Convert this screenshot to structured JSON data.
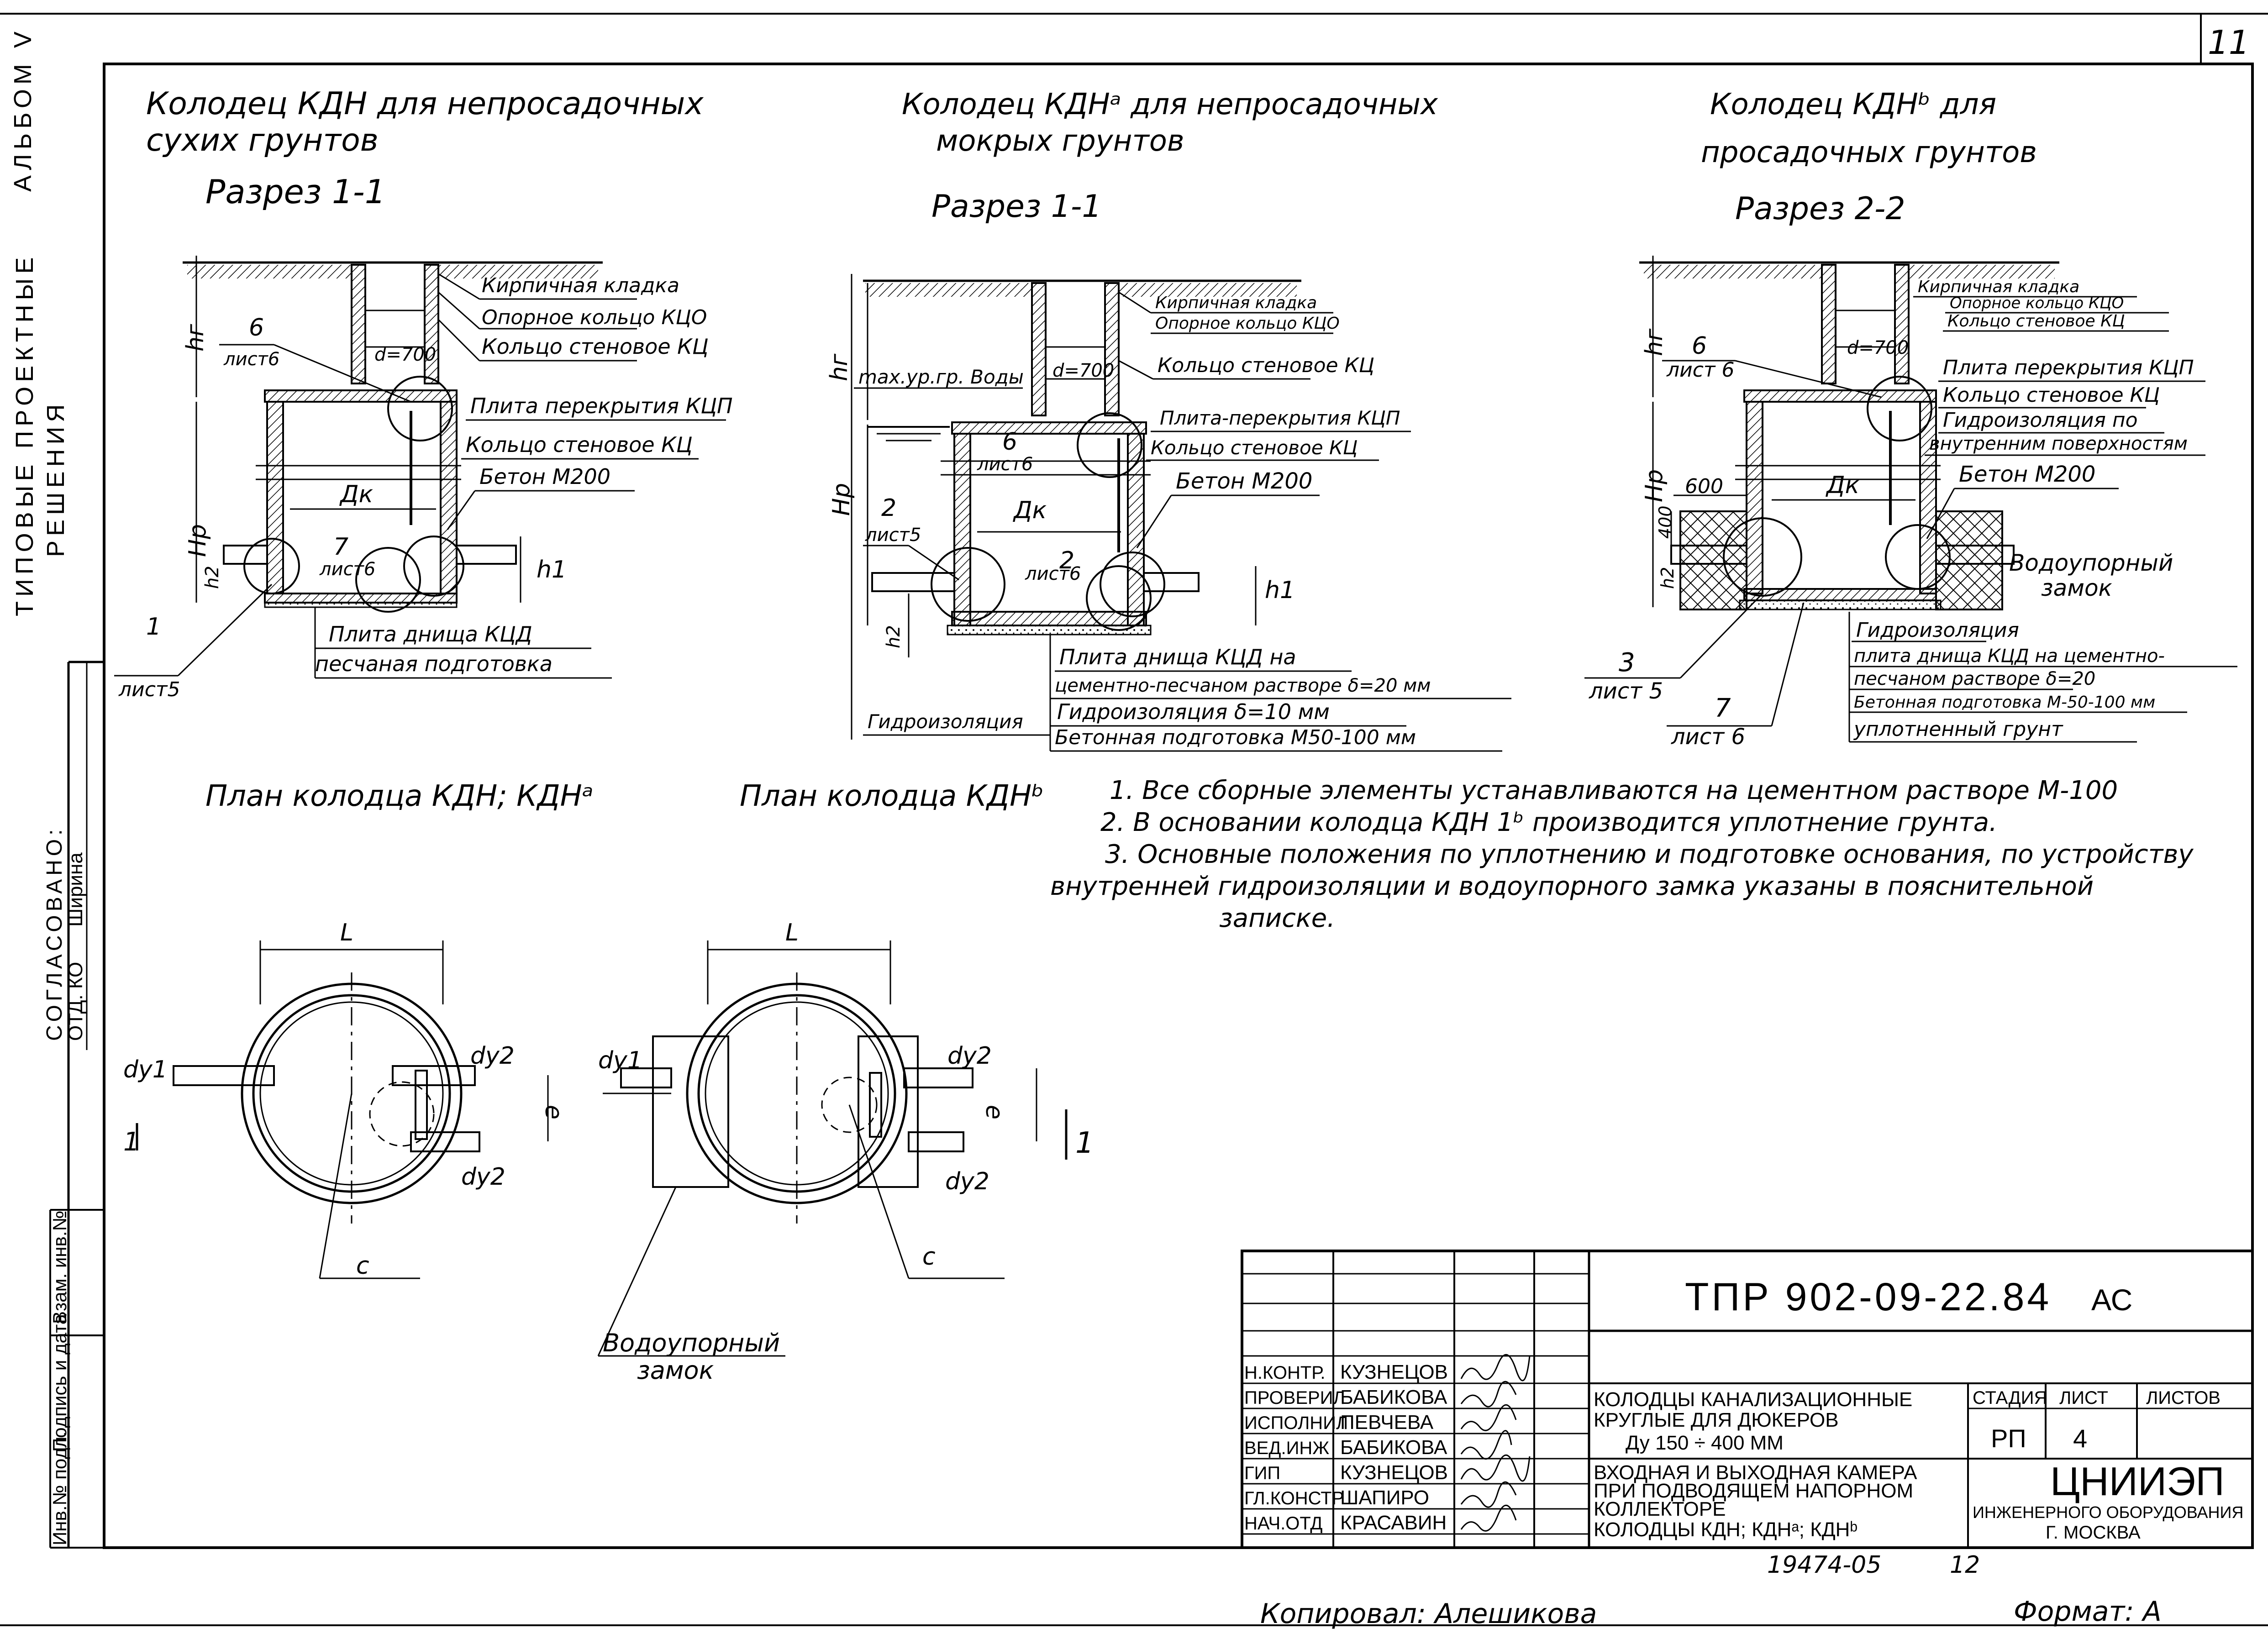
{
  "page_number": "11",
  "side_stamp": {
    "album": "АЛЬБОМ V",
    "series": "ТИПОВЫЕ ПРОЕКТНЫЕ",
    "series2": "РЕШЕНИЯ",
    "agreed": "СОГЛАСОВАНО:",
    "dept": "ОТД. КО",
    "person": "Ширина",
    "inv_sub": "Инв.№ подл.",
    "sign_date": "Подпись и дата",
    "inv_rep": "Взам. инв.№"
  },
  "sections": {
    "s1": {
      "title1": "Колодец КДН для непросадочных",
      "title2": "сухих грунтов",
      "cut": "Разрез 1-1"
    },
    "s2": {
      "title1": "Колодец КДНᵃ для непросадочных",
      "title2": "мокрых грунтов",
      "cut": "Разрез 1-1"
    },
    "s3": {
      "title1": "Колодец КДНᵇ для",
      "title2": "просадочных грунтов",
      "cut": "Разрез 2-2"
    }
  },
  "labels1": {
    "brick": "Кирпичная кладка",
    "support_ring": "Опорное кольцо КЦО",
    "wall_ring": "Кольцо стеновое КЦ",
    "slab": "Плита перекрытия КЦП",
    "wall_ring2": "Кольцо стеновое КЦ",
    "concrete": "Бетон М200",
    "bottom_slab": "Плита днища КЦД",
    "sand": "песчаная подготовка",
    "call6": "6",
    "call6s": "лист6",
    "call7": "7",
    "call7s": "лист6",
    "call1": "1",
    "call1s": "лист5",
    "d": "d=700",
    "dk": "Дк",
    "hr": "hг",
    "hp": "Нр",
    "h1": "h1",
    "h2": "h2"
  },
  "labels2": {
    "brick": "Кирпичная кладка",
    "support_ring": "Опорное кольцо КЦО",
    "wall_ring": "Кольцо стеновое КЦ",
    "gw": "max.ур.гр. Воды",
    "slab": "Плита-перекрытия КЦП",
    "wall_ring2": "Кольцо стеновое КЦ",
    "concrete": "Бетон М200",
    "bottom1": "Плита днища КЦД на",
    "bottom2": "цементно-песчаном растворе δ=20 мм",
    "hydro": "Гидроизоляция δ=10 мм",
    "concrete_prep": "Бетонная подготовка М50-100 мм",
    "hydro_left": "Гидроизоляция",
    "call6": "6",
    "call6s": "лист6",
    "call2": "2",
    "call2s": "лист5",
    "call2b": "2",
    "call2bs": "лист6",
    "d": "d=700",
    "dk": "Дк",
    "hr": "hг",
    "hp": "Нр",
    "h1": "h1",
    "h2": "h2"
  },
  "labels3": {
    "brick": "Кирпичная кладка",
    "support_ring": "Опорное кольцо КЦО",
    "wall_ring": "Кольцо стеновое КЦ",
    "slab": "Плита перекрытия КЦП",
    "wall_ring2": "Кольцо стеновое КЦ",
    "hydro1": "Гидроизоляция по",
    "hydro2": "внутренним поверхностям",
    "concrete": "Бетон М200",
    "lock1": "Водоупорный",
    "lock2": "замок",
    "hydro": "Гидроизоляция",
    "bottom1": "плита днища КЦД на цементно-",
    "bottom2": "песчаном растворе δ=20",
    "prep": "Бетонная подготовка М-50-100 мм",
    "soil": "уплотненный грунт",
    "call6": "6",
    "call6s": "лист 6",
    "call3": "3",
    "call3s": "лист 5",
    "call7": "7",
    "call7s": "лист 6",
    "dim600": "600",
    "dim400": "400",
    "d": "d=700",
    "dk": "Дк",
    "hr": "hг",
    "hp": "Нр",
    "h2": "h2"
  },
  "plans": {
    "p1_title": "План колодца КДН; КДНᵃ",
    "p2_title": "План колодца КДНᵇ",
    "L": "L",
    "dy1": "dy1",
    "dy2": "dy2",
    "e": "e",
    "c": "c",
    "sec1": "1",
    "lock1": "Водоупорный",
    "lock2": "замок"
  },
  "notes": [
    "1. Все сборные элементы устанавливаются на цементном растворе М-100",
    "2. В основании колодца КДН 1ᵇ производится уплотнение грунта.",
    "3. Основные положения по уплотнению и подготовке основания, по устройству",
    "внутренней гидроизоляции и водоупорного замка указаны в пояснительной",
    "записке."
  ],
  "title_block": {
    "code": "ТПР 902-09-22.84",
    "mark": "АС",
    "roles": [
      "Н.КОНТР.",
      "ПРОВЕРИЛ",
      "ИСПОЛНИЛ",
      "ВЕД.ИНЖ",
      "ГИП",
      "ГЛ.КОНСТР",
      "НАЧ.ОТД"
    ],
    "names": [
      "КУЗНЕЦОВ",
      "БАБИКОВА",
      "ПЕВЧЕВА",
      "БАБИКОВА",
      "КУЗНЕЦОВ",
      "ШАПИРО",
      "КРАСАВИН"
    ],
    "title1": "КОЛОДЦЫ КАНАЛИЗАЦИОННЫЕ",
    "title2": "КРУГЛЫЕ ДЛЯ ДЮКЕРОВ",
    "title3": "Ду 150 ÷ 400 ММ",
    "sub1": "ВХОДНАЯ И ВЫХОДНАЯ КАМЕРА",
    "sub2": "ПРИ ПОДВОДЯЩЕМ НАПОРНОМ",
    "sub3": "КОЛЛЕКТОРЕ",
    "sub4": "КОЛОДЦЫ КДН; КДНᵃ; КДНᵇ",
    "stage_h": "СТАДИЯ",
    "sheet_h": "ЛИСТ",
    "sheets_h": "ЛИСТОВ",
    "stage": "РП",
    "sheet": "4",
    "org": "ЦНИИЭП",
    "org2": "ИНЖЕНЕРНОГО ОБОРУДОВАНИЯ",
    "city": "Г. МОСКВА"
  },
  "bottom": {
    "inv": "19474-05",
    "num": "12",
    "copied": "Копировал: Алешикова",
    "format": "Формат: А"
  }
}
